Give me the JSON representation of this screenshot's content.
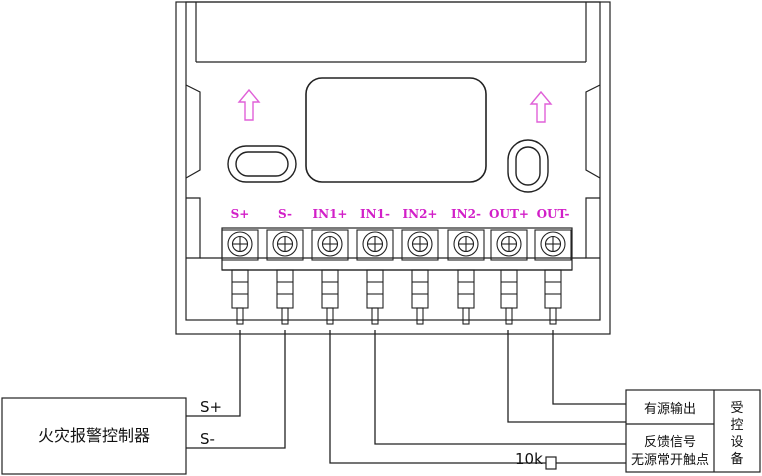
{
  "terminals": [
    {
      "label": "S+"
    },
    {
      "label": "S-"
    },
    {
      "label": "IN1+"
    },
    {
      "label": "IN1-"
    },
    {
      "label": "IN2+"
    },
    {
      "label": "IN2-"
    },
    {
      "label": "OUT+"
    },
    {
      "label": "OUT-"
    }
  ],
  "controller": {
    "label": "火灾报警控制器"
  },
  "wires": {
    "s_plus": "S+",
    "s_minus": "S-"
  },
  "resistor": {
    "label": "10k"
  },
  "device": {
    "output_label": "有源输出",
    "feedback_line1": "反馈信号",
    "feedback_line2": "无源常开触点",
    "side_chars": [
      "受",
      "控",
      "设",
      "备"
    ]
  },
  "colors": {
    "terminal_label": "#d21fc8",
    "arrow": "#e060d8",
    "line": "#222222"
  }
}
